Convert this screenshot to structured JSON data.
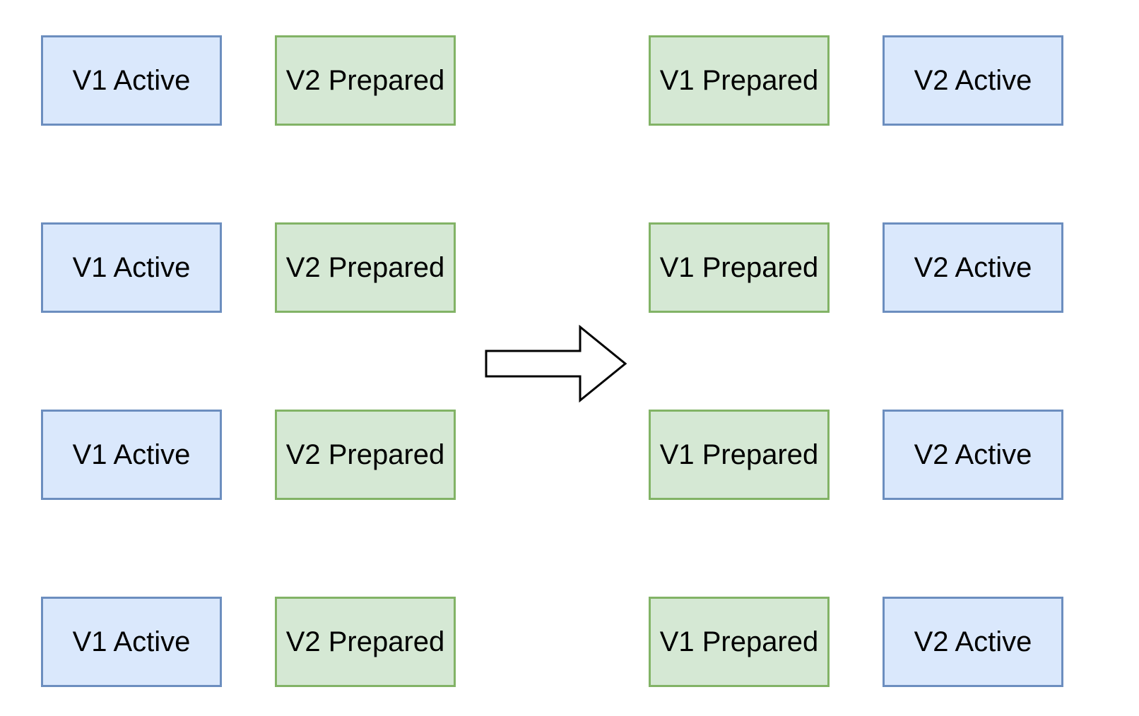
{
  "colors": {
    "active_fill": "#dae8fc",
    "active_border": "#6c8ebf",
    "prepared_fill": "#d5e8d4",
    "prepared_border": "#82b366",
    "arrow_stroke": "#000000",
    "arrow_fill": "#ffffff"
  },
  "before": {
    "rows": [
      {
        "v1": "V1 Active",
        "v2": "V2 Prepared"
      },
      {
        "v1": "V1 Active",
        "v2": "V2 Prepared"
      },
      {
        "v1": "V1 Active",
        "v2": "V2 Prepared"
      },
      {
        "v1": "V1 Active",
        "v2": "V2 Prepared"
      }
    ]
  },
  "after": {
    "rows": [
      {
        "v1": "V1 Prepared",
        "v2": "V2 Active"
      },
      {
        "v1": "V1 Prepared",
        "v2": "V2 Active"
      },
      {
        "v1": "V1 Prepared",
        "v2": "V2 Active"
      },
      {
        "v1": "V1 Prepared",
        "v2": "V2 Active"
      }
    ]
  },
  "transition_arrow": {
    "icon": "right-arrow-icon"
  }
}
